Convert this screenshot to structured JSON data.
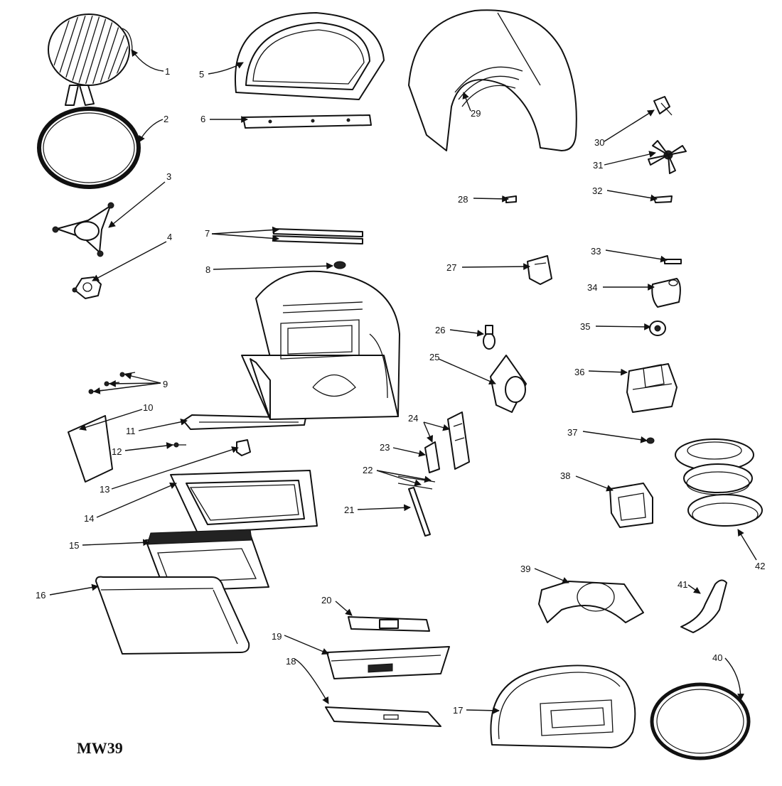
{
  "model": "MW39",
  "callouts": [
    "1",
    "2",
    "3",
    "4",
    "5",
    "6",
    "7",
    "8",
    "9",
    "10",
    "11",
    "12",
    "13",
    "14",
    "15",
    "16",
    "17",
    "18",
    "19",
    "20",
    "21",
    "22",
    "23",
    "24",
    "25",
    "26",
    "27",
    "28",
    "29",
    "30",
    "31",
    "32",
    "33",
    "34",
    "35",
    "36",
    "37",
    "38",
    "39",
    "40",
    "41",
    "42"
  ]
}
